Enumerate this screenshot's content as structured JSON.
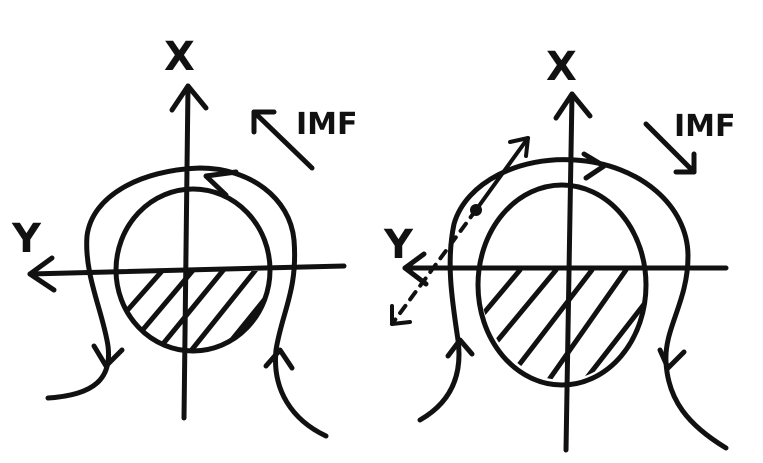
{
  "colors": {
    "ink": "#111111",
    "background": "#ffffff"
  },
  "panels": [
    {
      "axis_x_label": "X",
      "axis_y_label": "Y",
      "imf_label": "IMF"
    },
    {
      "axis_x_label": "X",
      "axis_y_label": "Y",
      "imf_label": "IMF"
    }
  ]
}
